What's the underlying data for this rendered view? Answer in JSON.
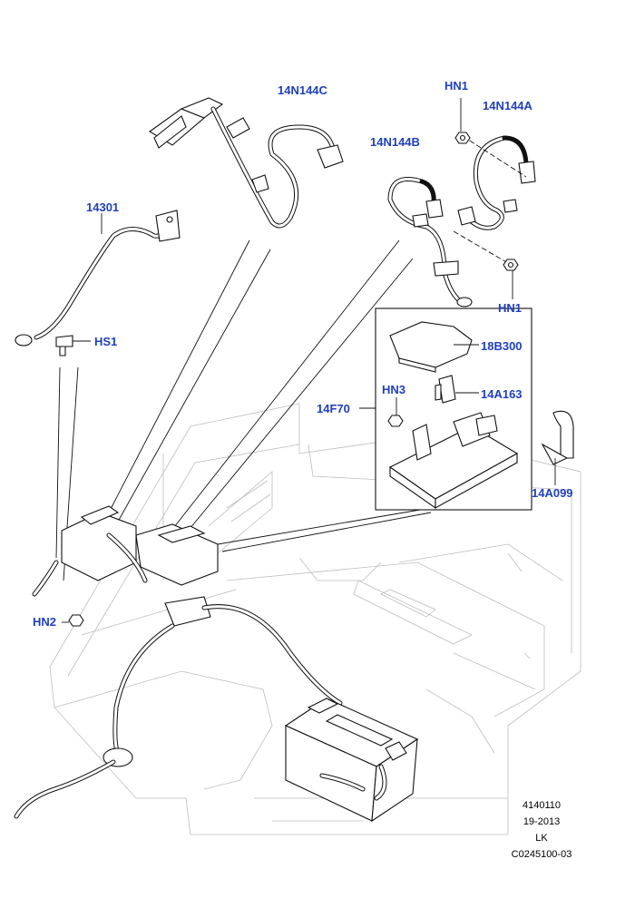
{
  "callouts": {
    "c14N144C": "14N144C",
    "cHN1_top": "HN1",
    "c14N144A": "14N144A",
    "c14N144B": "14N144B",
    "c14301": "14301",
    "cHS1": "HS1",
    "cHN1_bottom": "HN1",
    "c18B300": "18B300",
    "cHN3": "HN3",
    "c14F70": "14F70",
    "c14A163": "14A163",
    "c14A099": "14A099",
    "cHN2": "HN2"
  },
  "reference": {
    "line1": "4140110",
    "line2": "19-2013",
    "line3": "LK",
    "line4": "C0245100-03"
  },
  "colors": {
    "callout": "#1f3fbf",
    "linework": "#111111",
    "floor": "#bdbdbd"
  }
}
